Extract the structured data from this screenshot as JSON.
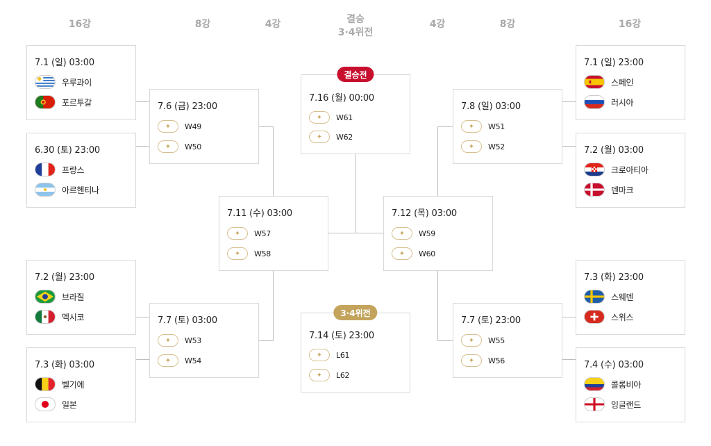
{
  "headers": {
    "r16": "16강",
    "qf": "8강",
    "sf": "4강",
    "final_line1": "결승",
    "final_line2": "3·4위전"
  },
  "placeholder_icon": "soccer-ball-icon",
  "colors": {
    "final_badge": "#c8102e",
    "third_badge": "#c4a45c",
    "placeholder_border": "#d7c08f",
    "header_text": "#a9a9a9"
  },
  "r16_left": [
    {
      "date": "7.1 (일) 03:00",
      "teams": [
        "우루과이",
        "포르투갈"
      ]
    },
    {
      "date": "6.30 (토) 23:00",
      "teams": [
        "프랑스",
        "아르헨티나"
      ]
    },
    {
      "date": "7.2 (월) 23:00",
      "teams": [
        "브라질",
        "멕시코"
      ]
    },
    {
      "date": "7.3 (화) 03:00",
      "teams": [
        "벨기에",
        "일본"
      ]
    }
  ],
  "r16_right": [
    {
      "date": "7.1 (일) 23:00",
      "teams": [
        "스페인",
        "러시아"
      ]
    },
    {
      "date": "7.2 (월) 03:00",
      "teams": [
        "크로아티아",
        "덴마크"
      ]
    },
    {
      "date": "7.3 (화) 23:00",
      "teams": [
        "스웨덴",
        "스위스"
      ]
    },
    {
      "date": "7.4 (수) 03:00",
      "teams": [
        "콜롬비아",
        "잉글랜드"
      ]
    }
  ],
  "qf_left": [
    {
      "date": "7.6 (금) 23:00",
      "slots": [
        "W49",
        "W50"
      ]
    },
    {
      "date": "7.7 (토) 03:00",
      "slots": [
        "W53",
        "W54"
      ]
    }
  ],
  "qf_right": [
    {
      "date": "7.8 (일) 03:00",
      "slots": [
        "W51",
        "W52"
      ]
    },
    {
      "date": "7.7 (토) 23:00",
      "slots": [
        "W55",
        "W56"
      ]
    }
  ],
  "sf_left": {
    "date": "7.11 (수) 03:00",
    "slots": [
      "W57",
      "W58"
    ]
  },
  "sf_right": {
    "date": "7.12 (목) 03:00",
    "slots": [
      "W59",
      "W60"
    ]
  },
  "final": {
    "badge": "결승전",
    "date": "7.16 (월) 00:00",
    "slots": [
      "W61",
      "W62"
    ]
  },
  "third_place": {
    "badge": "3·4위전",
    "date": "7.14 (토) 23:00",
    "slots": [
      "L61",
      "L62"
    ]
  }
}
